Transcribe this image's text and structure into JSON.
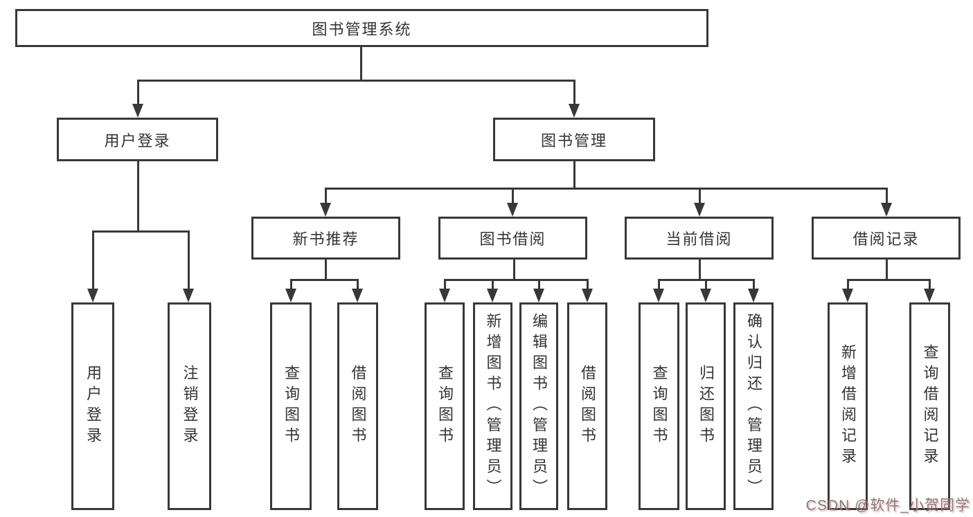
{
  "tree": {
    "root": "图书管理系统",
    "branches": [
      {
        "label": "用户登录",
        "children": [
          "用户登录",
          "注销登录"
        ]
      },
      {
        "label": "图书管理",
        "groups": [
          {
            "label": "新书推荐",
            "children": [
              "查询图书",
              "借阅图书"
            ]
          },
          {
            "label": "图书借阅",
            "children": [
              "查询图书",
              "新增图书（管理员）",
              "编辑图书（管理员）",
              "借阅图书"
            ]
          },
          {
            "label": "当前借阅",
            "children": [
              "查询图书",
              "归还图书",
              "确认归还（管理员）"
            ]
          },
          {
            "label": "借阅记录",
            "children": [
              "新增借阅记录",
              "查询借阅记录"
            ]
          }
        ]
      }
    ]
  },
  "watermark": {
    "text": "CSDN @软件_小贺同学"
  },
  "colors": {
    "line": "#383838",
    "box_border": "#383838",
    "text": "#333333",
    "background": "#ffffff",
    "watermark_gray": "#7d7d7d",
    "watermark_red_shadow": "#ff6e6e"
  }
}
